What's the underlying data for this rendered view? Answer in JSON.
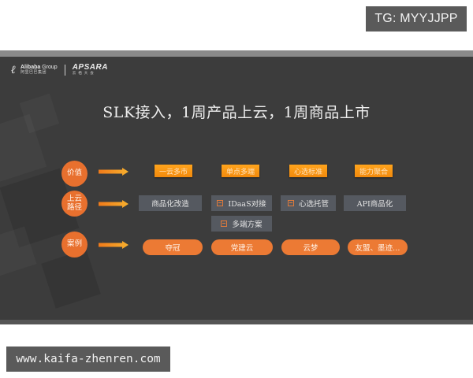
{
  "watermarks": {
    "top": "TG: MYYJJPP",
    "bottom": "www.kaifa-zhenren.com"
  },
  "slide": {
    "logo": {
      "brand": "Alibaba",
      "brand_suffix": "Group",
      "brand_sub": "阿里巴巴集团",
      "partner": "APSARA",
      "partner_sub": "云栖大会"
    },
    "title": "SLK接入，1周产品上云，1周商品上市",
    "rows": [
      {
        "label": "价值",
        "label_lines": [
          "价值"
        ]
      },
      {
        "label": "上云路径",
        "label_lines": [
          "上云",
          "路径"
        ]
      },
      {
        "label": "案例",
        "label_lines": [
          "案例"
        ]
      }
    ],
    "values": [
      "一云多市",
      "单点多端",
      "心选标准",
      "能力聚合"
    ],
    "paths": [
      {
        "text": "商品化改造",
        "icon": false
      },
      {
        "text": "IDaaS对接",
        "icon": true
      },
      {
        "text": "多端方案",
        "icon": true
      },
      {
        "text": "心选托管",
        "icon": true
      },
      {
        "text": "API商品化",
        "icon": false
      }
    ],
    "cases": [
      "夺冠",
      "党建云",
      "云梦",
      "友盟、墨迹…"
    ],
    "colors": {
      "slide_bg": "#3c3c3c",
      "accent_orange": "#e8702e",
      "value_tag": "#f5940f",
      "path_tag": "#555960",
      "case_tag": "#ec7a34"
    }
  }
}
